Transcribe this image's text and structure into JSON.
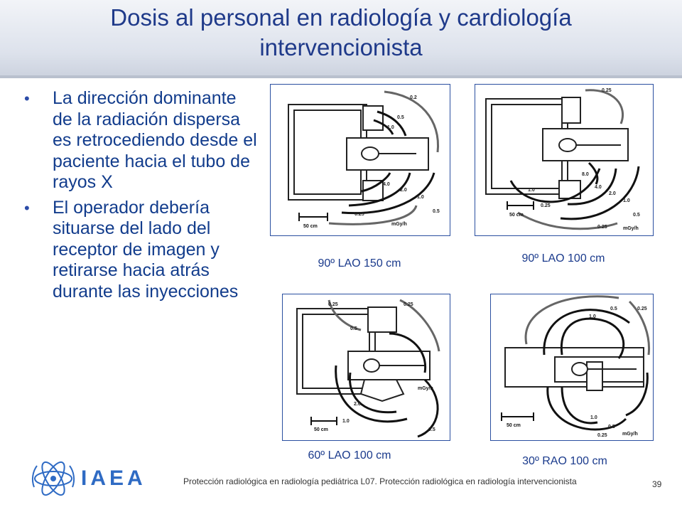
{
  "slide": {
    "title_line1": "Dosis al personal en radiología y cardiología",
    "title_line2": "intervencionista",
    "bullets": [
      "La dirección dominante de la radiación dispersa es retrocediendo desde el paciente hacia el tubo de rayos X",
      "El operador debería situarse del lado del receptor de imagen y retirarse hacia atrás durante las inyecciones"
    ],
    "captions": {
      "p1": "90º LAO 150 cm",
      "p2": "90º LAO 100 cm",
      "p3": "60º LAO 100 cm",
      "p4": "30º RAO 100 cm"
    },
    "diagram_labels": {
      "scale": "50 cm",
      "unit": "mGy/h",
      "v025": "0.25",
      "v02": "0.2",
      "v05": "0.5",
      "v10": "1.0",
      "v20": "2.0",
      "v40": "4.0",
      "v80": "8.0"
    },
    "footer": {
      "course": "Protección radiológica en radiología pediátrica   L07. Protección radiológica en radiología intervencionista",
      "page": "39",
      "logo": "IAEA"
    }
  }
}
